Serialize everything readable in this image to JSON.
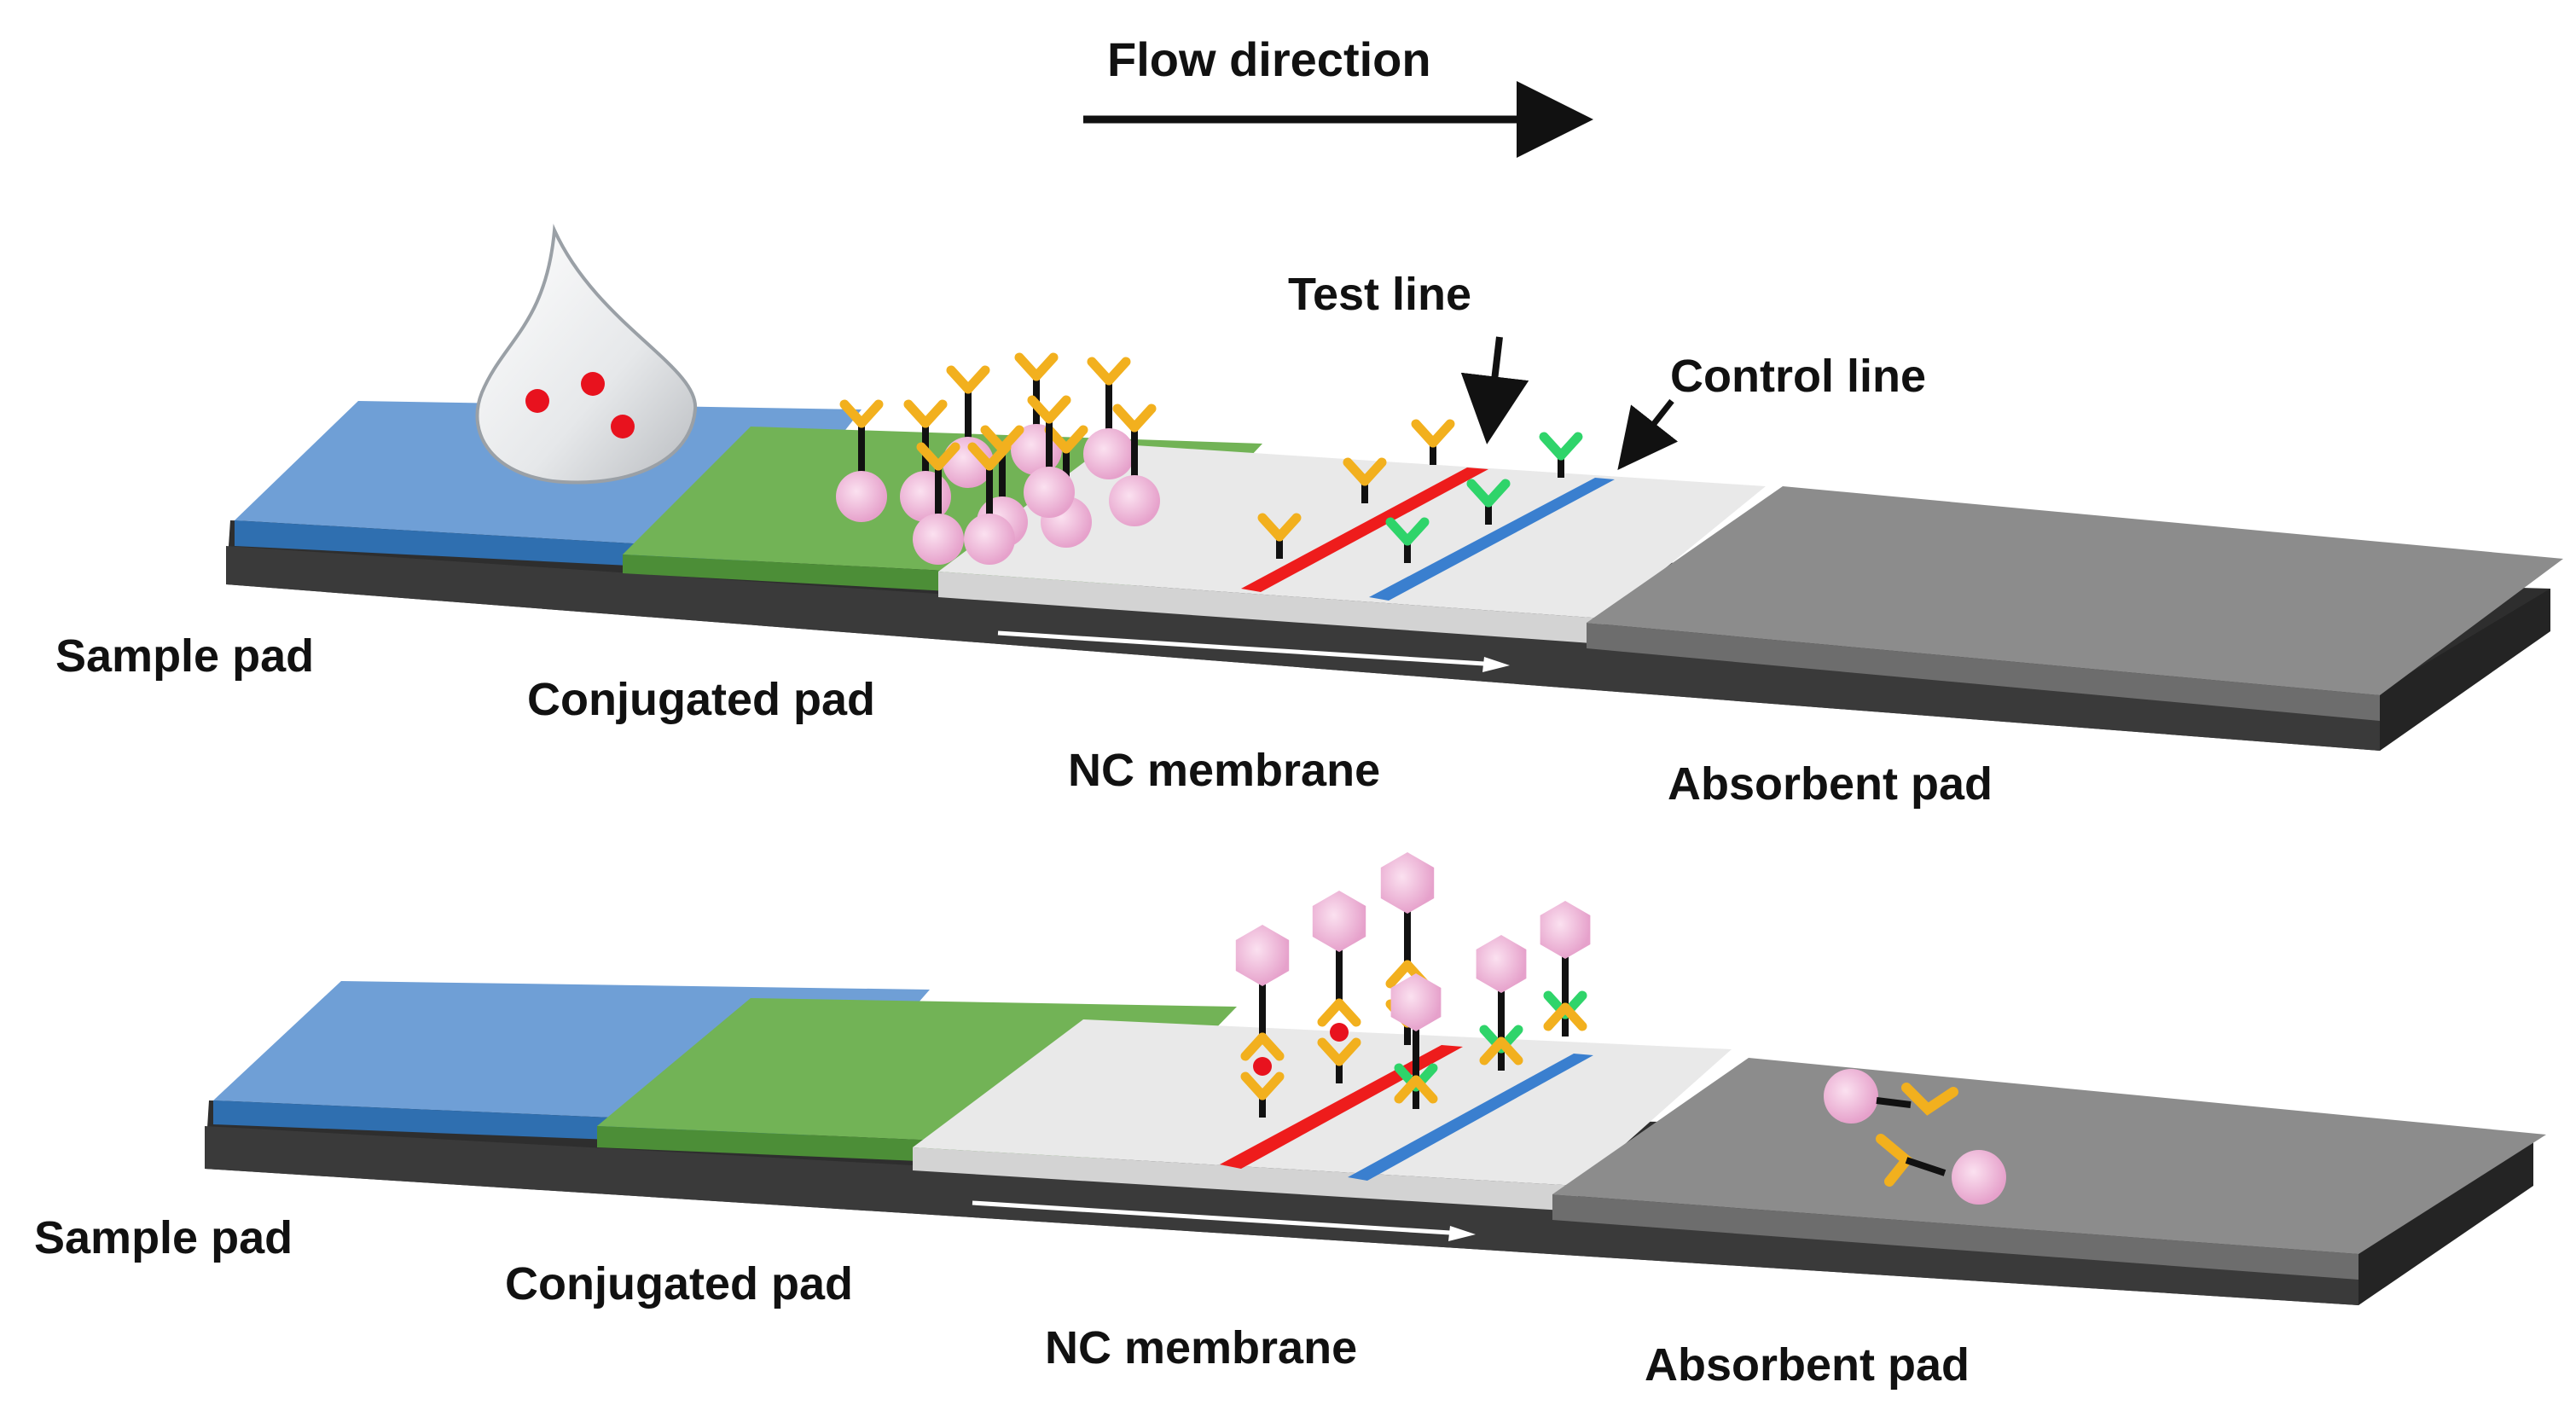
{
  "header": {
    "flow_label": "Flow direction"
  },
  "strip_top": {
    "labels": {
      "sample_pad": "Sample pad",
      "conjugated_pad": "Conjugated pad",
      "nc_membrane": "NC membrane",
      "absorbent_pad": "Absorbent pad",
      "test_line": "Test line",
      "control_line": "Control line"
    }
  },
  "strip_bottom": {
    "labels": {
      "sample_pad": "Sample pad",
      "conjugated_pad": "Conjugated pad",
      "nc_membrane": "NC membrane",
      "absorbent_pad": "Absorbent pad"
    }
  },
  "colors": {
    "sample_pad": "#4f89c6",
    "conjugated_pad": "#6aa84f",
    "nc_membrane": "#e4e4e4",
    "absorbent_pad": "#8a8a8a",
    "backing": "#2e2e2e",
    "test_line": "#ee1c1c",
    "control_line": "#3a7fcf",
    "antibody_gold": "#f2b01e",
    "antibody_green": "#2fd46a",
    "gold_particle": "#f3b6d8",
    "antigen": "#e8121e"
  }
}
